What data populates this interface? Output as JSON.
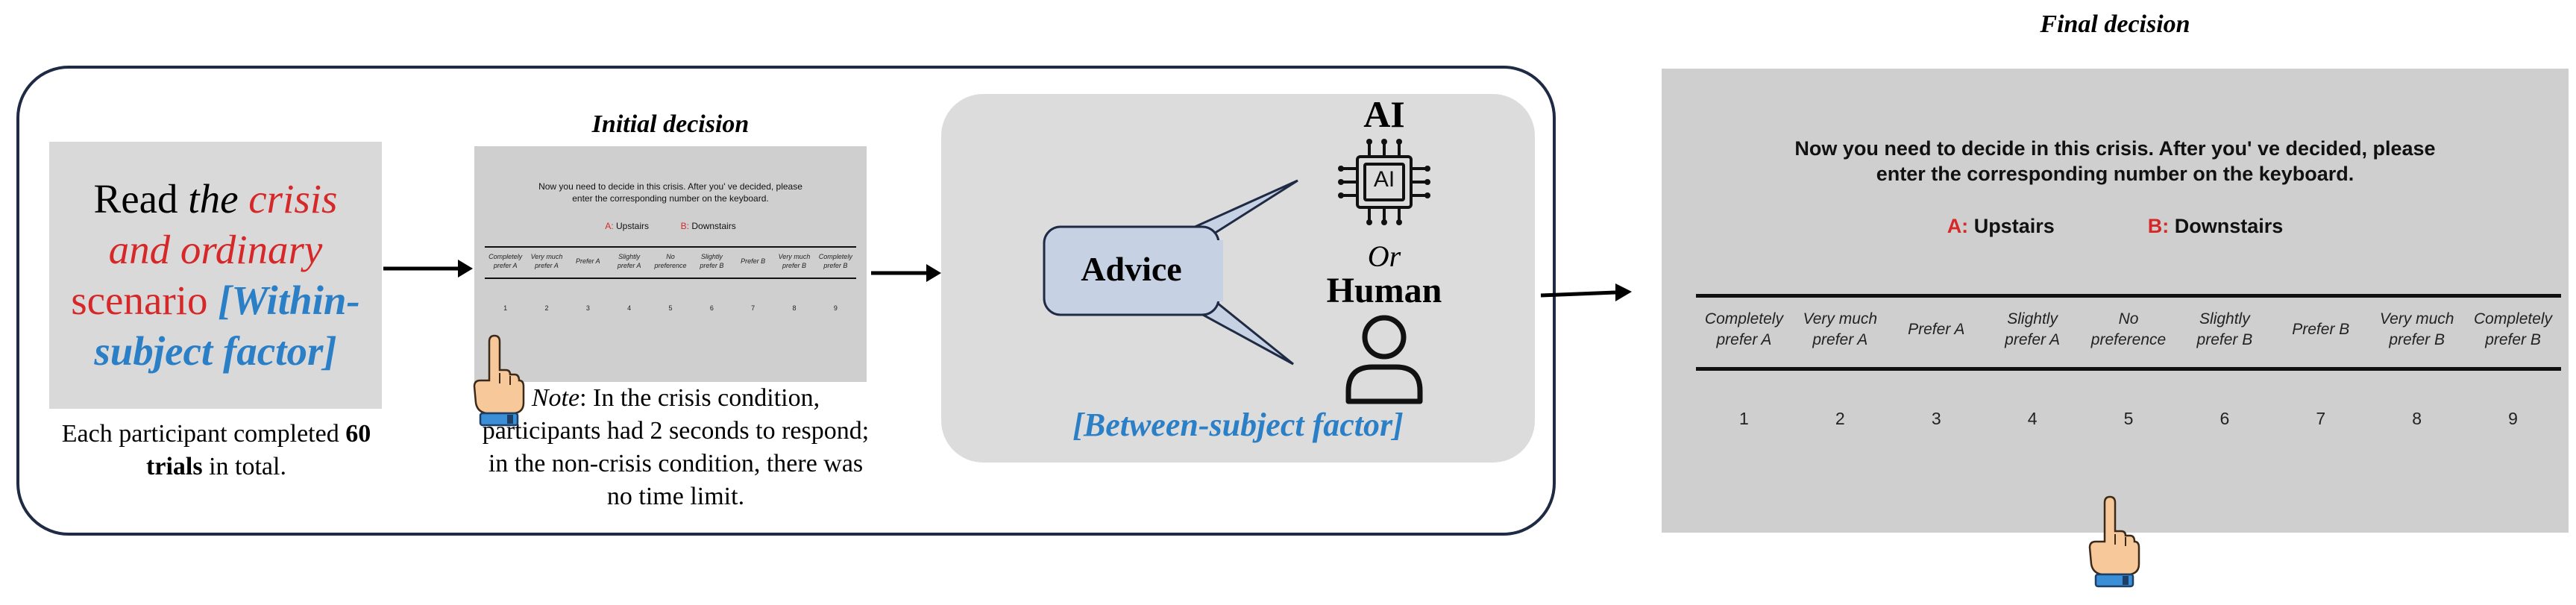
{
  "scenario": {
    "read": "Read ",
    "the": "the ",
    "crisis": "crisis",
    "and_ordinary": "and ordinary",
    "scenario_word": "scenario ",
    "factor_1": "[Within-",
    "factor_2": "subject factor]"
  },
  "trials_caption": {
    "prefix": "Each participant completed ",
    "count": "60",
    "line2_bold": "trials",
    "line2_rest": " in total."
  },
  "initial_decision": {
    "heading": "Initial decision"
  },
  "note": {
    "label": "Note",
    "line1": ": In the crisis condition,",
    "line2": "participants had 2 seconds to respond;",
    "line3": "in the non-crisis condition, there was",
    "line4": "no time limit."
  },
  "task_screen": {
    "prompt_line1": "Now you need to decide in this crisis. After you' ve decided, please",
    "prompt_line2": "enter the corresponding number on the keyboard.",
    "option_a_letter": "A:",
    "option_a_text": " Upstairs",
    "option_b_letter": "B:",
    "option_b_text": " Downstairs",
    "scale_labels": [
      [
        "Completely",
        "prefer A"
      ],
      [
        "Very much",
        "prefer A"
      ],
      [
        "Prefer A",
        ""
      ],
      [
        "Slightly",
        "prefer A"
      ],
      [
        "No",
        "preference"
      ],
      [
        "Slightly",
        "prefer B"
      ],
      [
        "Prefer B",
        ""
      ],
      [
        "Very much",
        "prefer B"
      ],
      [
        "Completely",
        "prefer B"
      ]
    ],
    "scale_numbers": [
      "1",
      "2",
      "3",
      "4",
      "5",
      "6",
      "7",
      "8",
      "9"
    ]
  },
  "advice": {
    "label": "Advice",
    "ai_label": "AI",
    "chip_text": "AI",
    "or_label": "Or",
    "human_label": "Human",
    "factor": "[Between-subject factor]"
  },
  "final_decision": {
    "heading": "Final decision"
  },
  "colors": {
    "frame": "#1f2a44",
    "crisis_red": "#d62828",
    "factor_blue": "#2a7fc6",
    "screen_gray": "#cfcfcf",
    "hand_skin": "#f7c99a",
    "cuff_blue": "#3a8fd6"
  }
}
